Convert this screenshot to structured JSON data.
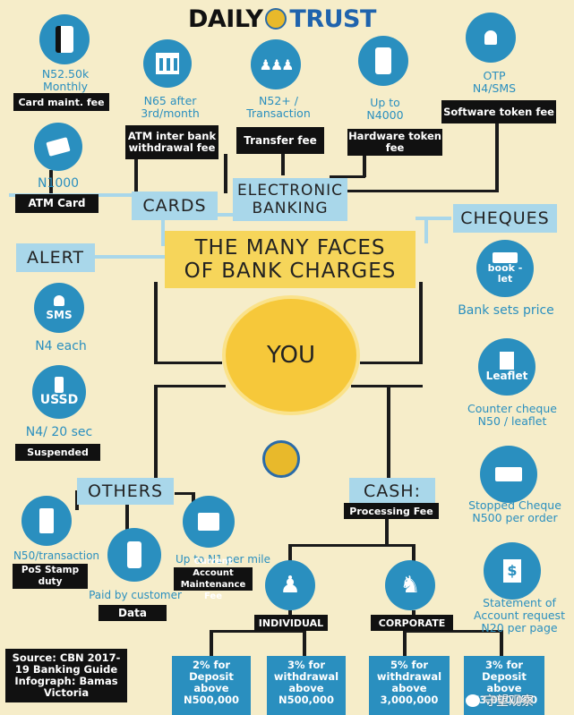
{
  "header": {
    "logo_left": "DAILY",
    "logo_right": "TRUST"
  },
  "title": {
    "line1": "THE MANY FACES",
    "line2": "OF BANK CHARGES"
  },
  "center": {
    "label": "YOU"
  },
  "categories": {
    "cards": "CARDS",
    "electronic": "ELECTRONIC BANKING",
    "cheques": "CHEQUES",
    "alert": "ALERT",
    "others": "OTHERS",
    "cash": "CASH:"
  },
  "cards": {
    "maint_value": "N52.50k Monthly",
    "maint_label": "Card maint. fee",
    "atm_card_value": "N1000",
    "atm_card_label": "ATM Card",
    "atm_inter_value": "N65 after 3rd/month",
    "atm_inter_label": "ATM inter bank withdrawal fee"
  },
  "electronic": {
    "transfer_value": "N52+ / Transaction",
    "transfer_label": "Transfer fee",
    "hardware_value": "Up to N4000",
    "hardware_label": "Hardware token fee",
    "otp_value": "OTP N4/SMS",
    "software_label": "Software token fee"
  },
  "cheques": {
    "book_icon": "book -let",
    "book_value": "Bank sets price",
    "leaflet_icon": "Leaflet",
    "leaflet_value": "Counter cheque N50 / leaflet",
    "stopped_value": "Stopped Cheque N500 per order",
    "statement_value": "Statement of Account request N20 per page"
  },
  "alert": {
    "sms_icon": "SMS",
    "sms_value": "N4 each",
    "ussd_icon": "USSD",
    "ussd_value": "N4/ 20 sec",
    "ussd_label": "Suspended"
  },
  "others": {
    "pos_value": "N50/transaction",
    "pos_label": "PoS Stamp duty",
    "data_value": "Paid by customer",
    "data_label": "Data",
    "cam_value": "Up to N1 per mile",
    "cam_label": "Current Account Maintenance Fee"
  },
  "cash": {
    "processing_label": "Processing Fee",
    "individual_label": "INDIVIDUAL",
    "corporate_label": "CORPORATE",
    "ind_1": "2% for Deposit above N500,000",
    "ind_2": "3% for withdrawal above N500,000",
    "corp_1": "5% for withdrawal above 3,000,000",
    "corp_2": "3% for Deposit above N3,000,000"
  },
  "source": "Source: CBN 2017-19 Banking Guide Infograph: Bamas Victoria",
  "watermark": "守望观察",
  "colors": {
    "blue": "#2a8fbf",
    "light_blue": "#a9d7ea",
    "yellow": "#f6d55a",
    "background": "#f6edc9",
    "black": "#111111"
  }
}
